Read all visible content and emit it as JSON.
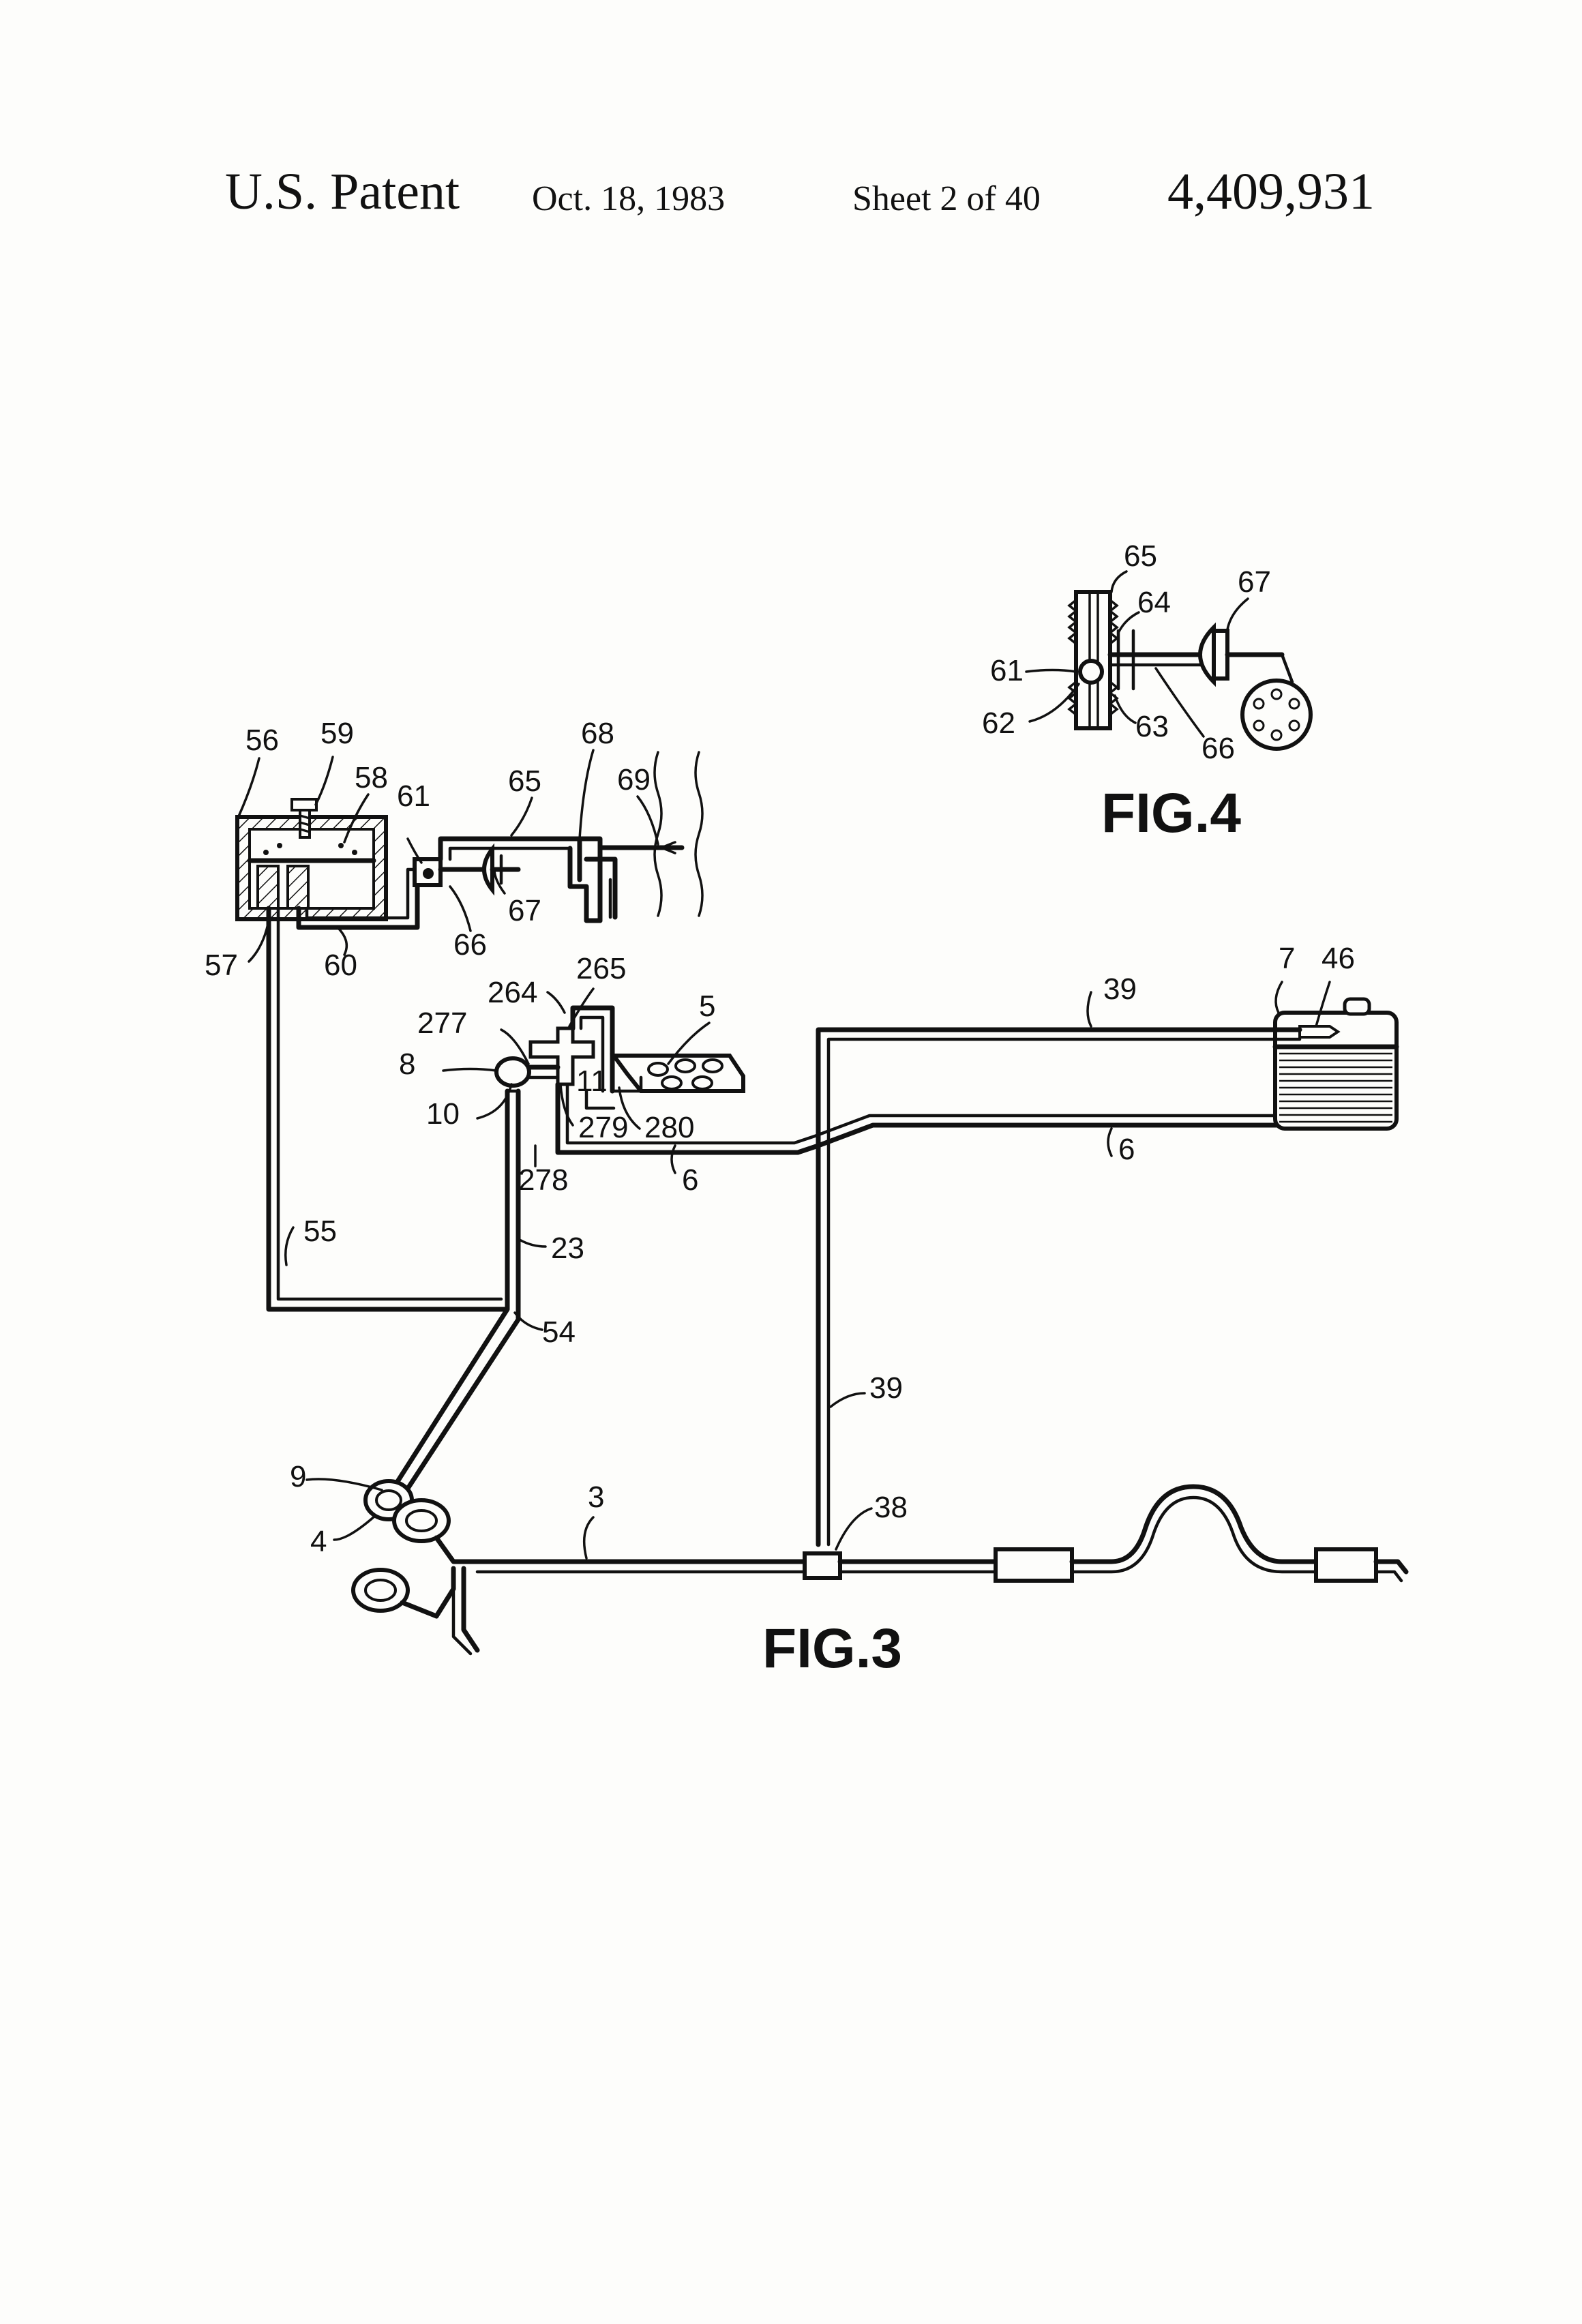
{
  "header": {
    "title": "U.S. Patent",
    "date": "Oct. 18, 1983",
    "sheet": "Sheet 2 of 40",
    "number": "4,409,931"
  },
  "figures": {
    "fig3": "FIG.3",
    "fig4": "FIG.4"
  },
  "fig4_labels": {
    "l65": "65",
    "l64": "64",
    "l67": "67",
    "l61": "61",
    "l62": "62",
    "l63": "63",
    "l66": "66"
  },
  "fig3_labels": {
    "l56": "56",
    "l59": "59",
    "l58": "58",
    "l61": "61",
    "l65": "65",
    "l68": "68",
    "l69": "69",
    "l57": "57",
    "l60": "60",
    "l66": "66",
    "l67": "67",
    "l264": "264",
    "l265": "265",
    "l5": "5",
    "l277": "277",
    "l8": "8",
    "l10": "10",
    "l11": "11",
    "l279": "279",
    "l280": "280",
    "l278": "278",
    "l6a": "6",
    "l6b": "6",
    "l39a": "39",
    "l39b": "39",
    "l7": "7",
    "l46": "46",
    "l55": "55",
    "l23": "23",
    "l54": "54",
    "l9": "9",
    "l4": "4",
    "l3": "3",
    "l38": "38"
  }
}
